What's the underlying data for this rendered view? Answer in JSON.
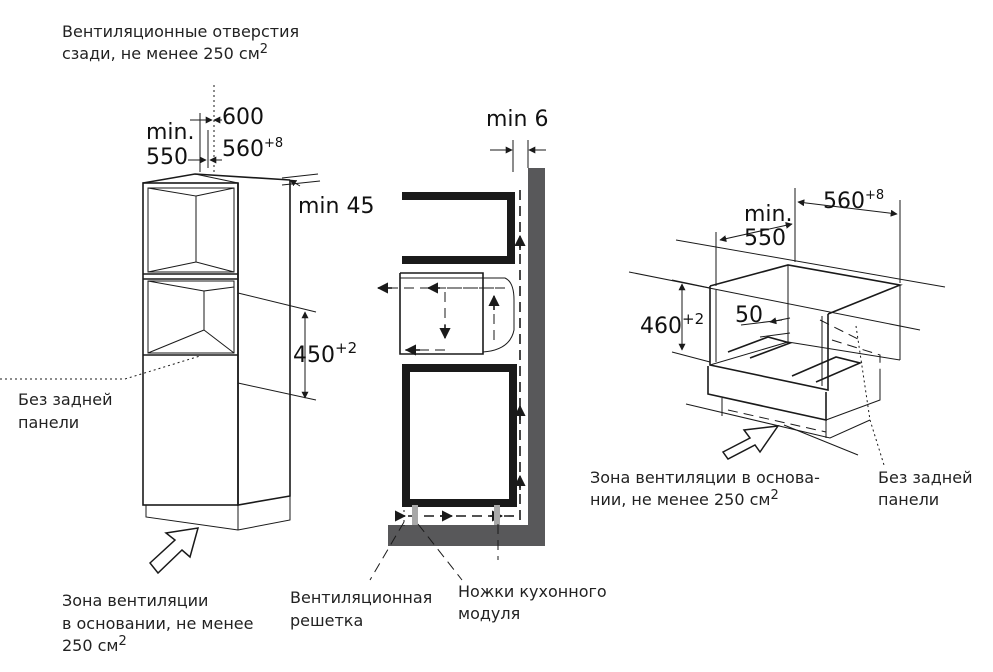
{
  "labels": {
    "rear_vents_line1": "Вентиляционные отверстия",
    "rear_vents_line2": "сзади, не менее 250 см",
    "rear_vents_unit_exp": "2",
    "no_back_panel_left_1": "Без задней",
    "no_back_panel_left_2": "панели",
    "base_vent_left_1": "Зона вентиляции",
    "base_vent_left_2": "в основании, не менее",
    "base_vent_left_3": "250 см",
    "base_vent_left_exp": "2",
    "vent_grille_1": "Вентиляционная",
    "vent_grille_2": "решетка",
    "legs_1": "Ножки кухонного",
    "legs_2": "модуля",
    "base_vent_right_1": "Зона вентиляции в основа-",
    "base_vent_right_2": "нии, не менее 250 см",
    "base_vent_right_exp": "2",
    "no_back_panel_right_1": "Без задней",
    "no_back_panel_right_2": "панели"
  },
  "dimensions": {
    "left_min_1": "min.",
    "left_min_2": "550",
    "left_600": "600",
    "left_560": "560",
    "left_560_tol": "+8",
    "left_min45": "min 45",
    "left_450": "450",
    "left_450_tol": "+2",
    "center_min6": "min 6",
    "right_min_1": "min.",
    "right_min_2": "550",
    "right_560": "560",
    "right_560_tol": "+8",
    "right_460": "460",
    "right_460_tol": "+2",
    "right_50": "50"
  }
}
